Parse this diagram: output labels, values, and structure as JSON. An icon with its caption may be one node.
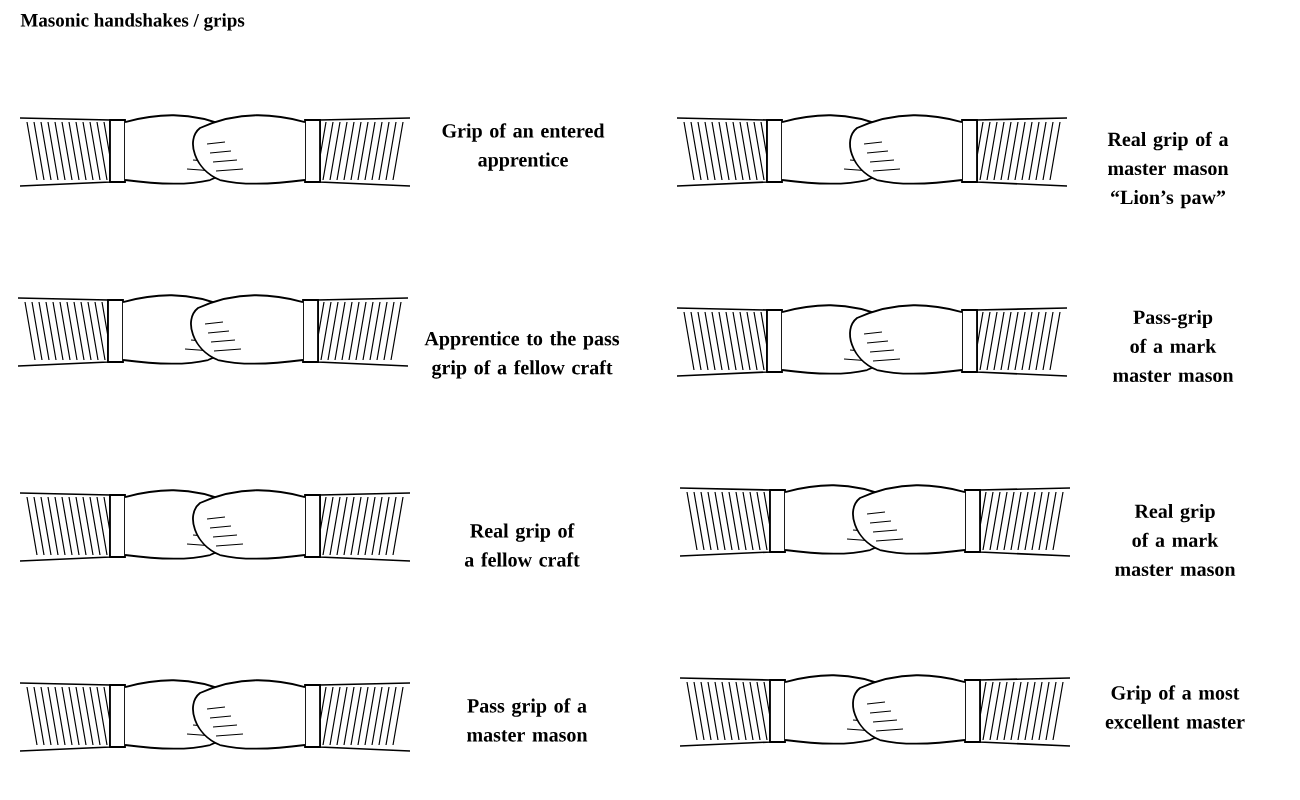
{
  "diagram": {
    "title": "Masonic handshakes / grips",
    "labels": [
      "Grip of an entered apprentice",
      "Real grip of a master mason “Lion’s paw”",
      "Apprentice to the pass grip of a fellow craft",
      "Pass-grip of a mark master mason",
      "Real grip of a fellow craft",
      "Real grip of a mark master mason",
      "Pass grip of a master mason",
      "Grip of a most excellent master"
    ]
  }
}
